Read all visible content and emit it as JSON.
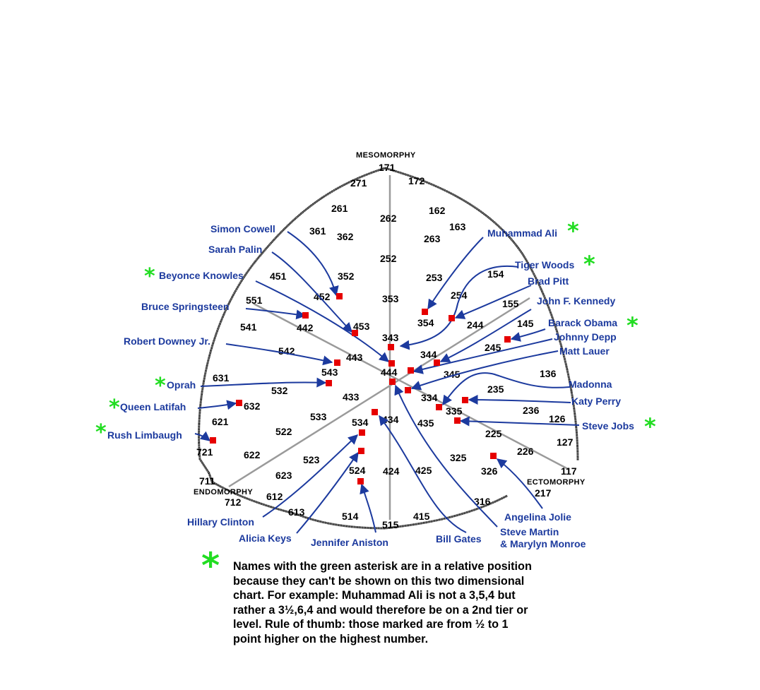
{
  "colors": {
    "name": "#1c3a9e",
    "marker": "#e60000",
    "asterisk": "#22dd22",
    "line": "#9a9a9a"
  },
  "axes": {
    "top": "MESOMORPHY",
    "left": "ENDOMORPHY",
    "right": "ECTOMORPHY"
  },
  "codes": [
    "171",
    "271",
    "172",
    "261",
    "162",
    "361",
    "362",
    "262",
    "263",
    "163",
    "352",
    "252",
    "253",
    "154",
    "451",
    "452",
    "353",
    "254",
    "551",
    "155",
    "453",
    "145",
    "541",
    "442",
    "354",
    "244",
    "343",
    "245",
    "542",
    "443",
    "344",
    "631",
    "543",
    "444",
    "345",
    "136",
    "532",
    "235",
    "433",
    "334",
    "632",
    "533",
    "434",
    "335",
    "236",
    "621",
    "534",
    "435",
    "126",
    "522",
    "225",
    "721",
    "622",
    "523",
    "127",
    "226",
    "325",
    "623",
    "524",
    "424",
    "425",
    "326",
    "117",
    "711",
    "612",
    "712",
    "613",
    "514",
    "415",
    "515",
    "316",
    "217"
  ],
  "people": [
    {
      "name": "Simon Cowell",
      "asterisk": false
    },
    {
      "name": "Sarah Palin",
      "asterisk": false
    },
    {
      "name": "Beyonce Knowles",
      "asterisk": true
    },
    {
      "name": "Bruce Springsteen",
      "asterisk": false
    },
    {
      "name": "Robert Downey Jr.",
      "asterisk": false
    },
    {
      "name": "Oprah",
      "asterisk": true
    },
    {
      "name": "Queen Latifah",
      "asterisk": true
    },
    {
      "name": "Rush Limbaugh",
      "asterisk": true
    },
    {
      "name": "Hillary Clinton",
      "asterisk": false
    },
    {
      "name": "Alicia Keys",
      "asterisk": false
    },
    {
      "name": "Jennifer Aniston",
      "asterisk": false
    },
    {
      "name": "Bill Gates",
      "asterisk": false
    },
    {
      "name": "Steve Martin",
      "asterisk": false
    },
    {
      "name": "& Marylyn Monroe",
      "asterisk": false
    },
    {
      "name": "Angelina Jolie",
      "asterisk": false
    },
    {
      "name": "Steve Jobs",
      "asterisk": true
    },
    {
      "name": "Katy Perry",
      "asterisk": false
    },
    {
      "name": "Madonna",
      "asterisk": false
    },
    {
      "name": "Matt Lauer",
      "asterisk": false
    },
    {
      "name": "Johnny Depp",
      "asterisk": false
    },
    {
      "name": "Barack Obama",
      "asterisk": true
    },
    {
      "name": "John F. Kennedy",
      "asterisk": false
    },
    {
      "name": "Brad Pitt",
      "asterisk": false
    },
    {
      "name": "Tiger Woods",
      "asterisk": true
    },
    {
      "name": "Muhammad Ali",
      "asterisk": true
    }
  ],
  "asterisk_symbol": "*",
  "footnote": {
    "lines": [
      "Names with the green asterisk are in a relative position",
      "because they can't be shown on this two dimensional",
      "chart.  For example:  Muhammad Ali is not a 3,5,4 but",
      "rather  a 3½,6,4 and would therefore be on a 2nd tier or",
      "level.  Rule of thumb:  those marked are from ½ to 1",
      "point higher on the highest number."
    ]
  }
}
